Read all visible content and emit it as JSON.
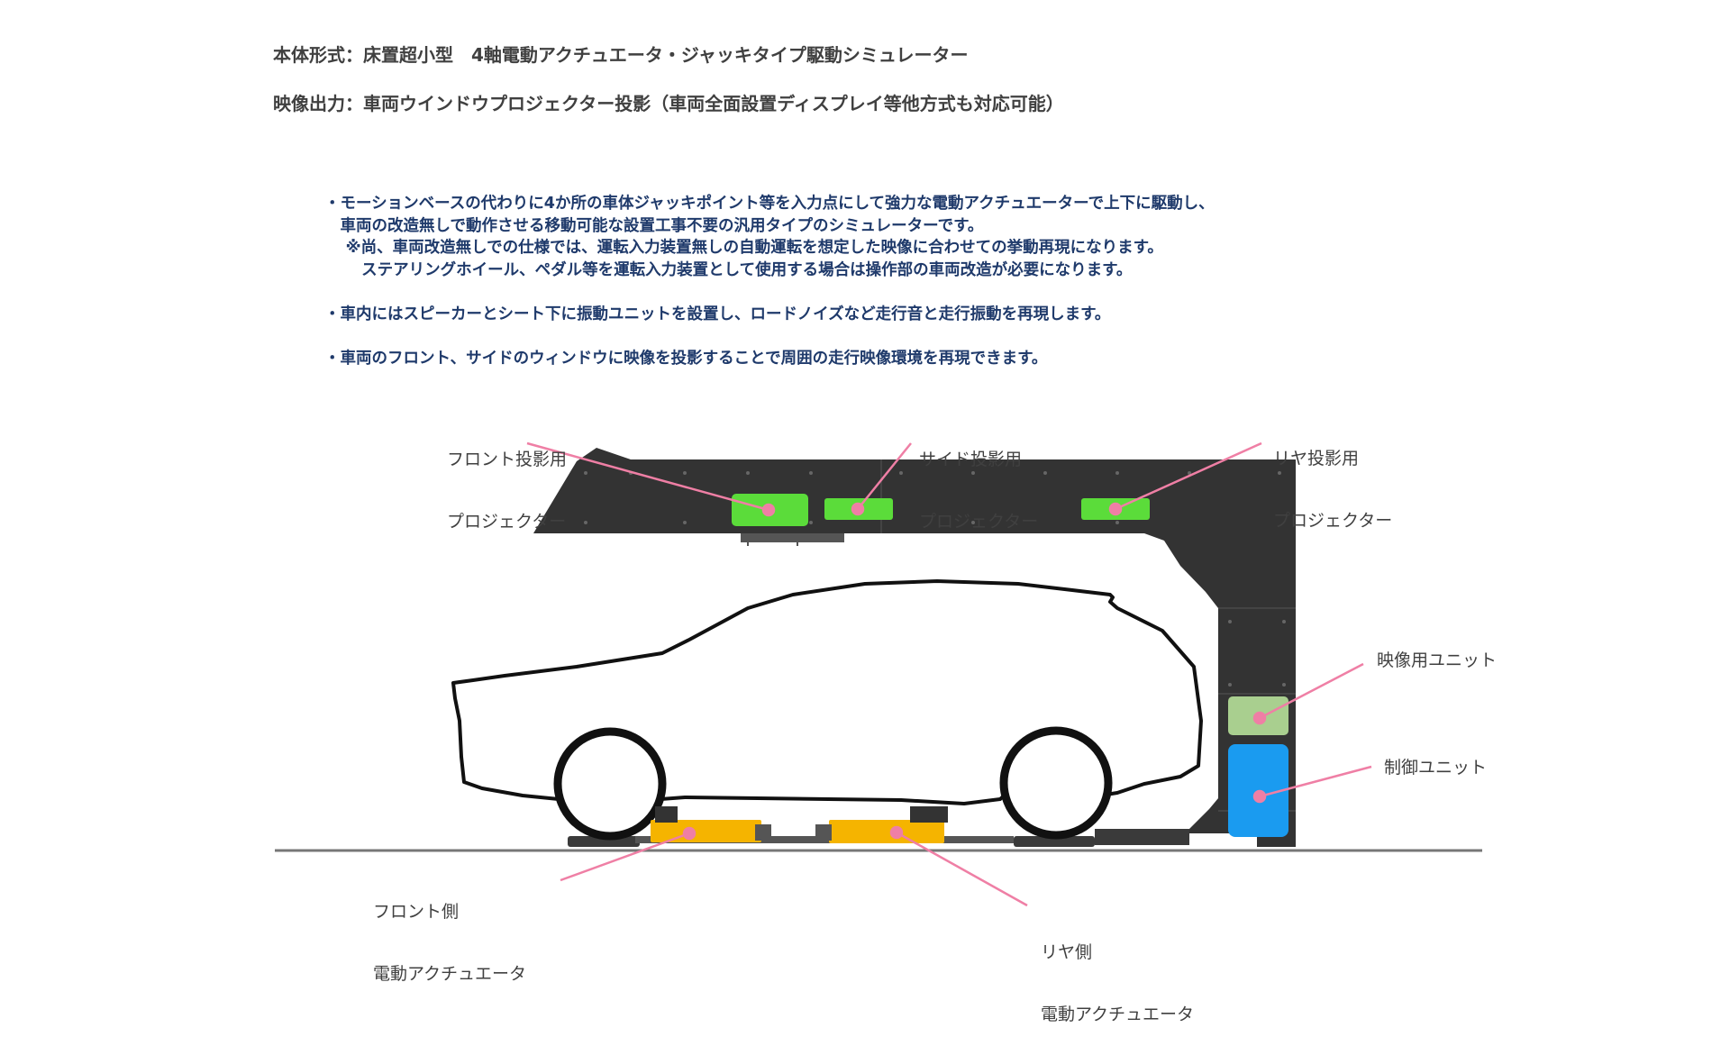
{
  "header": {
    "line1": "本体形式：床置超小型　4軸電動アクチュエータ・ジャッキタイプ駆動シミュレーター",
    "line2": "映像出力：車両ウインドウプロジェクター投影（車両全面設置ディスプレイ等他方式も対応可能）"
  },
  "bullets": {
    "b1_l1": "・モーションベースの代わりに4か所の車体ジャッキポイント等を入力点にして強力な電動アクチュエーターで上下に駆動し、",
    "b1_l2": "　車両の改造無しで動作させる移動可能な設置工事不要の汎用タイプのシミュレーターです。",
    "b1_l3": "　 ※尚、車両改造無しでの仕様では、運転入力装置無しの自動運転を想定した映像に合わせての挙動再現になります。",
    "b1_l4": "　　 ステアリングホイール、ペダル等を運転入力装置として使用する場合は操作部の車両改造が必要になります。",
    "b2": "・車内にはスピーカーとシート下に振動ユニットを設置し、ロードノイズなど走行音と走行振動を再現します。",
    "b3": "・車両のフロント、サイドのウィンドウに映像を投影することで周囲の走行映像環境を再現できます。"
  },
  "callouts": {
    "front_projector": [
      "フロント投影用",
      "プロジェクター"
    ],
    "side_projector": [
      "サイド投影用",
      "プロジェクター"
    ],
    "rear_projector": [
      "リヤ投影用",
      "プロジェクター"
    ],
    "video_unit": "映像用ユニット",
    "control_unit": "制御ユニット",
    "front_actuator": [
      "フロント側",
      "電動アクチュエータ"
    ],
    "rear_actuator": [
      "リヤ側",
      "電動アクチュエータ"
    ]
  },
  "colors": {
    "frame": "#333333",
    "projector": "#5bdc3a",
    "video_unit": "#a9cf8f",
    "control_unit": "#1a9bf0",
    "actuator": "#f5b400",
    "leader": "#ef7fa5",
    "header_text": "#404040",
    "bullet_text": "#1f3a6b"
  }
}
